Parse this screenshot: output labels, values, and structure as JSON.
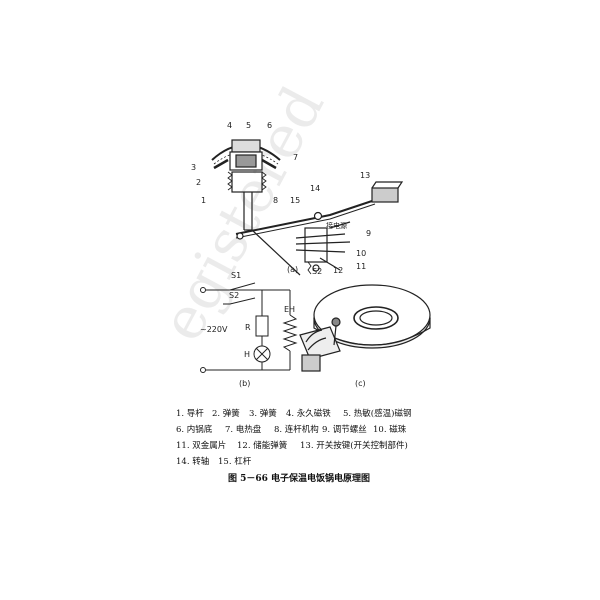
{
  "watermark": "egistered",
  "numbers": {
    "n1": "1",
    "n2": "2",
    "n3": "3",
    "n4": "4",
    "n5": "5",
    "n6": "6",
    "n7": "7",
    "n8": "8",
    "n9": "9",
    "n10": "10",
    "n11": "11",
    "n12": "12",
    "n13": "13",
    "n14": "14",
    "n15": "15"
  },
  "labels": {
    "heater_wire": "接电源",
    "panel_a": "(a)",
    "panel_b": "(b)",
    "panel_c": "(c)",
    "s1": "S1",
    "s2_a": "S2",
    "s2_b": "S2",
    "voltage": "~220V",
    "r": "R",
    "h": "H",
    "eh": "EH"
  },
  "legend": [
    "1. 导杆",
    "2. 弹簧",
    "3. 弹簧",
    "4. 永久磁铁",
    "5. 热敏(感温)磁钢",
    "6. 内锅底",
    "7. 电热盘",
    "8. 连杆机构",
    "9. 调节螺丝",
    "10. 磁珠",
    "11. 双金属片",
    "12. 储能弹簧",
    "13. 开关按键(开关控制部件)",
    "14. 转轴",
    "15. 杠杆"
  ],
  "caption": "图 5－66   电子保温电饭锅电原理图"
}
